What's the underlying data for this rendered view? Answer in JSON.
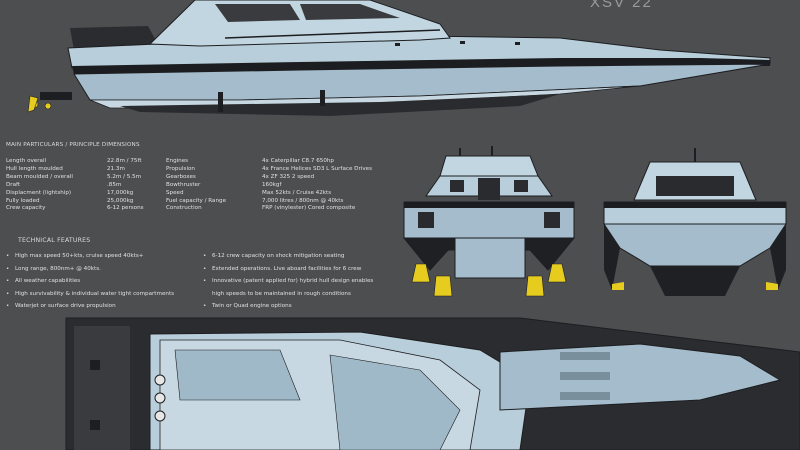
{
  "title": "XSV 22",
  "specs_heading": "MAIN PARTICULARS / PRINCIPLE DIMENSIONS",
  "specs_left": [
    {
      "label": "Length overall",
      "value": "22.8m / 75ft"
    },
    {
      "label": "Hull length moulded",
      "value": "21.3m"
    },
    {
      "label": "Beam moulded / overall",
      "value": "5.2m / 5.5m"
    },
    {
      "label": "Draft",
      "value": ".85m"
    },
    {
      "label": "Displacment (lightship)",
      "value": "17,000kg"
    },
    {
      "label": "Fully loaded",
      "value": "25,000kg"
    },
    {
      "label": "Crew capacity",
      "value": "6-12 persons"
    }
  ],
  "specs_right": [
    {
      "label": "Engines",
      "value": "4x Caterpillar C8.7 650hp"
    },
    {
      "label": "Propulsion",
      "value": "4x France Helices SD3 L Surface Drives"
    },
    {
      "label": "Gearboxes",
      "value": "4x ZF 325 2 speed"
    },
    {
      "label": "Bowthruster",
      "value": "160kgf"
    },
    {
      "label": "Speed",
      "value": "Max 52kts / Cruise 42kts"
    },
    {
      "label": "Fuel capacity / Range",
      "value": "7,000 litres / 800nm @ 40kts"
    },
    {
      "label": "Construction",
      "value": "FRP (vinylester) Cored composite"
    }
  ],
  "features_heading": "TECHNICAL FEATURES",
  "features_left": [
    "High max speed 50+kts, cruise speed 40kts+",
    "Long range, 800nm+ @ 40kts.",
    "All weather capabilities",
    "High survivability & individual water tight compartments",
    "Waterjet or surface drive propulsion"
  ],
  "features_right": [
    "6-12 crew capacity on shock mitigation seating",
    "Extended operations. Live aboard facilities for 6 crew",
    "Innovative (patent applied for) hybrid hull design enables",
    "high speeds to be maintained in rough conditions",
    "Twin or Quad engine options"
  ],
  "colors": {
    "background": "#4d4e50",
    "hull_light": "#b8cfdb",
    "hull_mid": "#9fb9c8",
    "hull_dark": "#1c1d20",
    "propeller": "#e6cc1f"
  }
}
